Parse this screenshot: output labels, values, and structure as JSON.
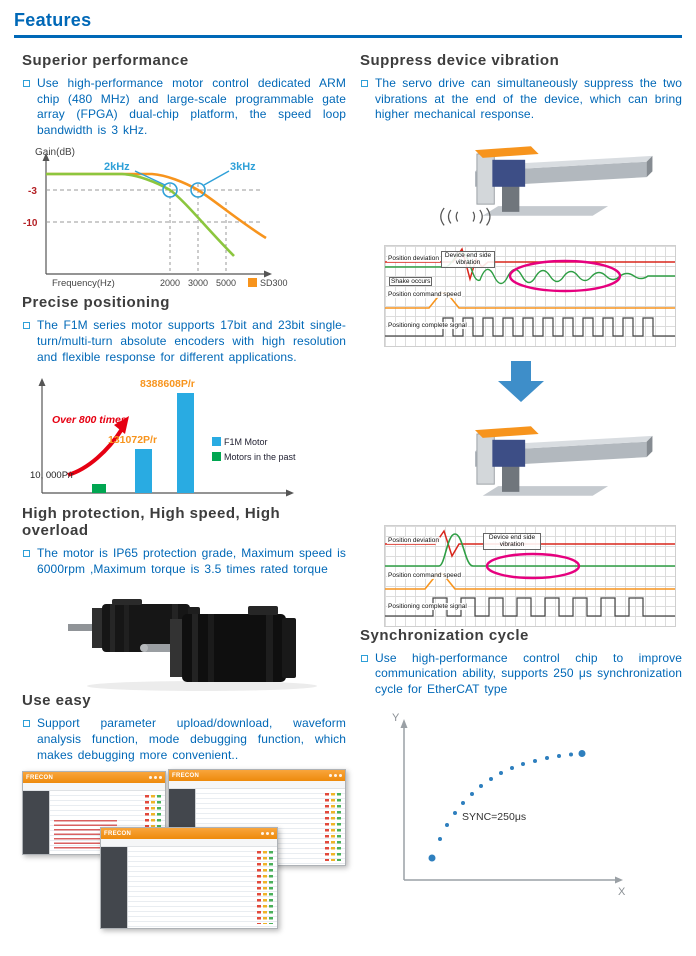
{
  "page_title": "Features",
  "colors": {
    "accent_blue": "#0068B7",
    "heading_gray": "#3D3D3D",
    "orange": "#F7941D",
    "line_green": "#8CC63E",
    "bar_cyan": "#29ABE2",
    "bar_green": "#00A651",
    "teal_annotation": "#2FA0D8",
    "tick_dark_red": "#B42025",
    "arrow_red": "#E60012",
    "highlight_magenta": "#E6007E",
    "transition_arrow_blue": "#3E8EC9",
    "software_titlebar_orange": "#EE8A0C"
  },
  "left": {
    "superior": {
      "heading": "Superior performance",
      "body": "Use high-performance motor control dedicated ARM chip (480 MHz) and large-scale programmable gate array (FPGA) dual-chip platform, the speed loop bandwidth is 3 kHz."
    },
    "precise": {
      "heading": "Precise positioning",
      "body": "The F1M series motor supports 17bit and 23bit single-turn/multi-turn absolute encoders with high resolution and flexible response for different applications."
    },
    "protection": {
      "heading": "High protection, High speed, High overload",
      "body": "The motor is IP65 protection grade, Maximum speed is 6000rpm ,Maximum torque is 3.5 times rated torque"
    },
    "easy": {
      "heading": "Use easy",
      "body": "Support parameter upload/download, waveform analysis function, mode debugging function, which makes debugging more convenient.."
    }
  },
  "right": {
    "suppress": {
      "heading": "Suppress device vibration",
      "body": "The servo drive can simultaneously suppress the two vibrations at the end of the device, which can bring higher mechanical response."
    },
    "sync": {
      "heading": "Synchronization cycle",
      "body": "Use high-performance control chip to improve communication ability, supports 250 μs synchronization cycle for EtherCAT type"
    }
  },
  "gain_chart": {
    "type": "line",
    "ylabel": "Gain(dB)",
    "xlabel": "Frequency(Hz)",
    "yticks": [
      "-3",
      "-10"
    ],
    "xticks": [
      "2000",
      "3000",
      "5000"
    ],
    "annotations": [
      "2kHz",
      "3kHz"
    ],
    "legend": "SD300"
  },
  "bar_chart": {
    "type": "bar",
    "bar_labels": [
      "10, 000P/r",
      "131072P/r",
      "8388608P/r"
    ],
    "annotation": "Over 800 times",
    "legend": [
      {
        "label": "F1M Motor",
        "color": "#29ABE2"
      },
      {
        "label": "Motors in the past",
        "color": "#00A651"
      }
    ]
  },
  "wave_top": {
    "labels": [
      "Position deviation",
      "Device end side vibration",
      "Shake occurs",
      "Position command speed",
      "Positioning complete signal"
    ]
  },
  "wave_bottom": {
    "labels": [
      "Position deviation",
      "Device end side vibration",
      "Position command speed",
      "Positioning complete signal"
    ]
  },
  "sync_chart": {
    "type": "scatter",
    "y_label": "Y",
    "x_label": "X",
    "annotation": "SYNC=250μs"
  },
  "software": {
    "brand": "FRECON"
  }
}
